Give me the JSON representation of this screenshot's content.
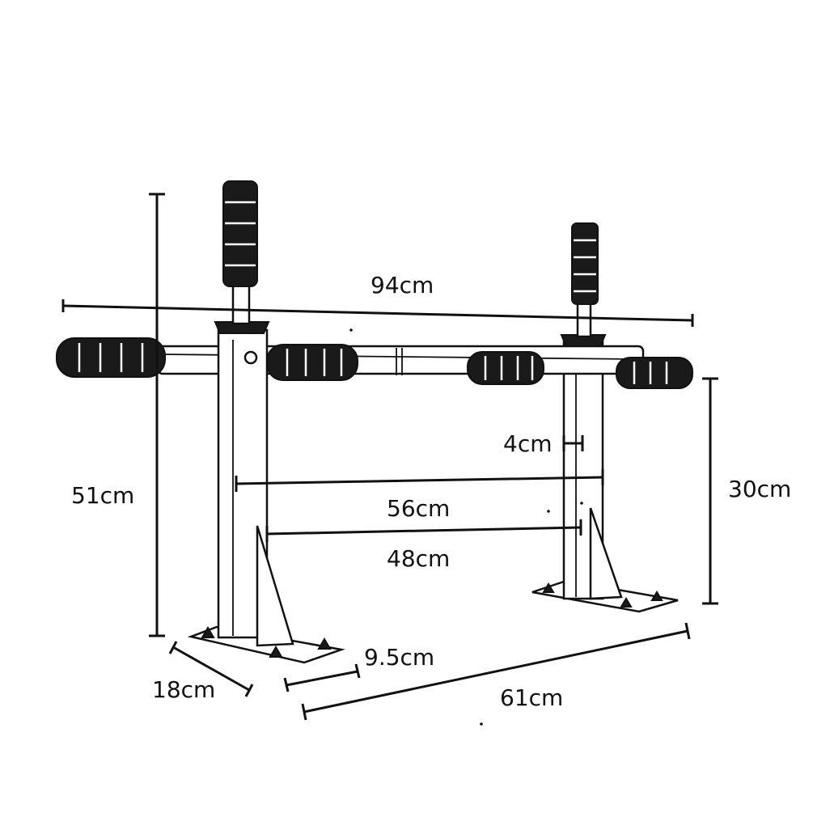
{
  "dimensions": {
    "overall_width": "94cm",
    "height": "51cm",
    "depth": "18cm",
    "plate_width": "9.5cm",
    "base_span": "61cm",
    "handle_height": "30cm",
    "inner_span_outer": "56cm",
    "inner_span_inner": "48cm",
    "tube_diameter": "4cm"
  },
  "colors": {
    "line": "#111111",
    "grip": "#1a1a1a",
    "background": "#ffffff"
  }
}
